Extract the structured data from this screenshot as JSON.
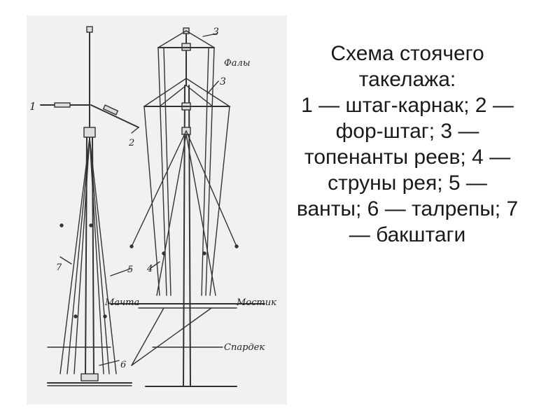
{
  "caption": {
    "line1": "Схема стоячего",
    "line2": "такелажа:",
    "line3": "1 — штаг-карнак; 2 —",
    "line4": "фор-штаг; 3 —",
    "line5": "топенанты реев; 4 —",
    "line6": "струны рея; 5 —",
    "line7": "ванты; 6 — талрепы; 7",
    "line8": "— бакштаги"
  },
  "diagram": {
    "labels": {
      "n1": "1",
      "n2": "2",
      "n3_top": "3",
      "faly": "Фалы",
      "n3_mid": "3",
      "n7": "7",
      "n5": "5",
      "n4": "4",
      "machta": "Мачта",
      "mostik": "Мостик",
      "n6": "6",
      "sparde": "Спардек"
    }
  }
}
